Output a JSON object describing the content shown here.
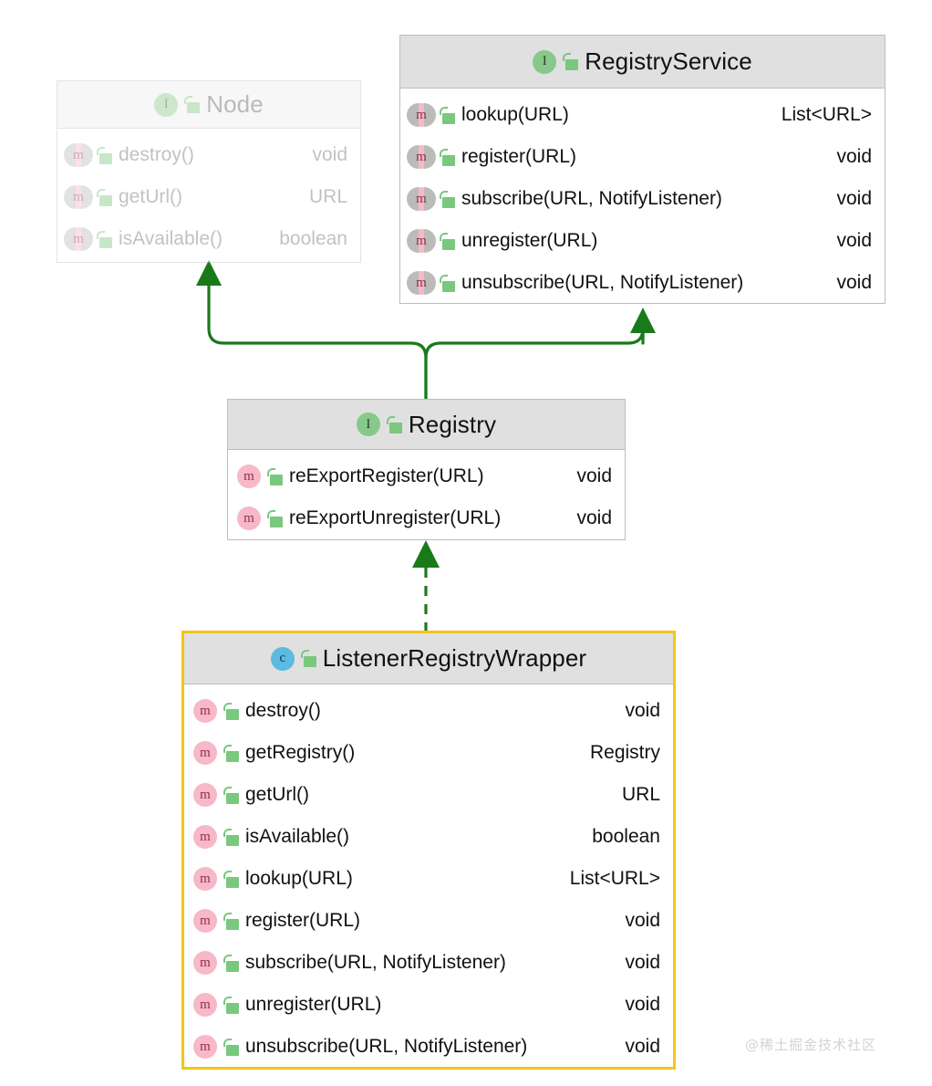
{
  "diagram": {
    "type": "uml-class-diagram",
    "background": "#ffffff",
    "colors": {
      "edge_green": "#1a7a1a",
      "header_gray": "#e0e0e0",
      "box_border": "#bdbdbd",
      "highlight_border": "#f5c518",
      "method_badge_pink": "#f7b8c8",
      "interface_badge_green": "#86c98a",
      "class_badge_blue": "#5bbbe0",
      "lock_green": "#79c87e"
    },
    "watermark": "@稀土掘金技术社区",
    "classes": [
      {
        "id": "node",
        "name": "Node",
        "stereotype_icon": "interface-badge",
        "stereotype_letter": "I",
        "visibility_icon": "open-lock-icon",
        "faded": true,
        "highlight": false,
        "members": [
          {
            "badge": "m",
            "muted": true,
            "signature": "destroy()",
            "returns": "void"
          },
          {
            "badge": "m",
            "muted": true,
            "signature": "getUrl()",
            "returns": "URL"
          },
          {
            "badge": "m",
            "muted": true,
            "signature": "isAvailable()",
            "returns": "boolean"
          }
        ]
      },
      {
        "id": "registryservice",
        "name": "RegistryService",
        "stereotype_icon": "interface-badge",
        "stereotype_letter": "I",
        "visibility_icon": "open-lock-icon",
        "faded": false,
        "highlight": false,
        "members": [
          {
            "badge": "m",
            "muted": true,
            "signature": "lookup(URL)",
            "returns": "List<URL>"
          },
          {
            "badge": "m",
            "muted": true,
            "signature": "register(URL)",
            "returns": "void"
          },
          {
            "badge": "m",
            "muted": true,
            "signature": "subscribe(URL, NotifyListener)",
            "returns": "void"
          },
          {
            "badge": "m",
            "muted": true,
            "signature": "unregister(URL)",
            "returns": "void"
          },
          {
            "badge": "m",
            "muted": true,
            "signature": "unsubscribe(URL, NotifyListener)",
            "returns": "void"
          }
        ]
      },
      {
        "id": "registry",
        "name": "Registry",
        "stereotype_icon": "interface-badge",
        "stereotype_letter": "I",
        "visibility_icon": "open-lock-icon",
        "faded": false,
        "highlight": false,
        "members": [
          {
            "badge": "m",
            "muted": false,
            "signature": "reExportRegister(URL)",
            "returns": "void"
          },
          {
            "badge": "m",
            "muted": false,
            "signature": "reExportUnregister(URL)",
            "returns": "void"
          }
        ]
      },
      {
        "id": "wrapper",
        "name": "ListenerRegistryWrapper",
        "stereotype_icon": "class-badge",
        "stereotype_letter": "c",
        "visibility_icon": "open-lock-icon",
        "faded": false,
        "highlight": true,
        "members": [
          {
            "badge": "m",
            "muted": false,
            "signature": "destroy()",
            "returns": "void"
          },
          {
            "badge": "m",
            "muted": false,
            "signature": "getRegistry()",
            "returns": "Registry"
          },
          {
            "badge": "m",
            "muted": false,
            "signature": "getUrl()",
            "returns": "URL"
          },
          {
            "badge": "m",
            "muted": false,
            "signature": "isAvailable()",
            "returns": "boolean"
          },
          {
            "badge": "m",
            "muted": false,
            "signature": "lookup(URL)",
            "returns": "List<URL>"
          },
          {
            "badge": "m",
            "muted": false,
            "signature": "register(URL)",
            "returns": "void"
          },
          {
            "badge": "m",
            "muted": false,
            "signature": "subscribe(URL, NotifyListener)",
            "returns": "void"
          },
          {
            "badge": "m",
            "muted": false,
            "signature": "unregister(URL)",
            "returns": "void"
          },
          {
            "badge": "m",
            "muted": false,
            "signature": "unsubscribe(URL, NotifyListener)",
            "returns": "void"
          }
        ]
      }
    ],
    "relations": [
      {
        "from": "registry",
        "to": "node",
        "kind": "generalization",
        "line": "solid",
        "arrow": "filled-triangle"
      },
      {
        "from": "registry",
        "to": "registryservice",
        "kind": "generalization",
        "line": "solid",
        "arrow": "filled-triangle"
      },
      {
        "from": "wrapper",
        "to": "registry",
        "kind": "realization",
        "line": "dashed",
        "arrow": "filled-triangle"
      }
    ]
  }
}
